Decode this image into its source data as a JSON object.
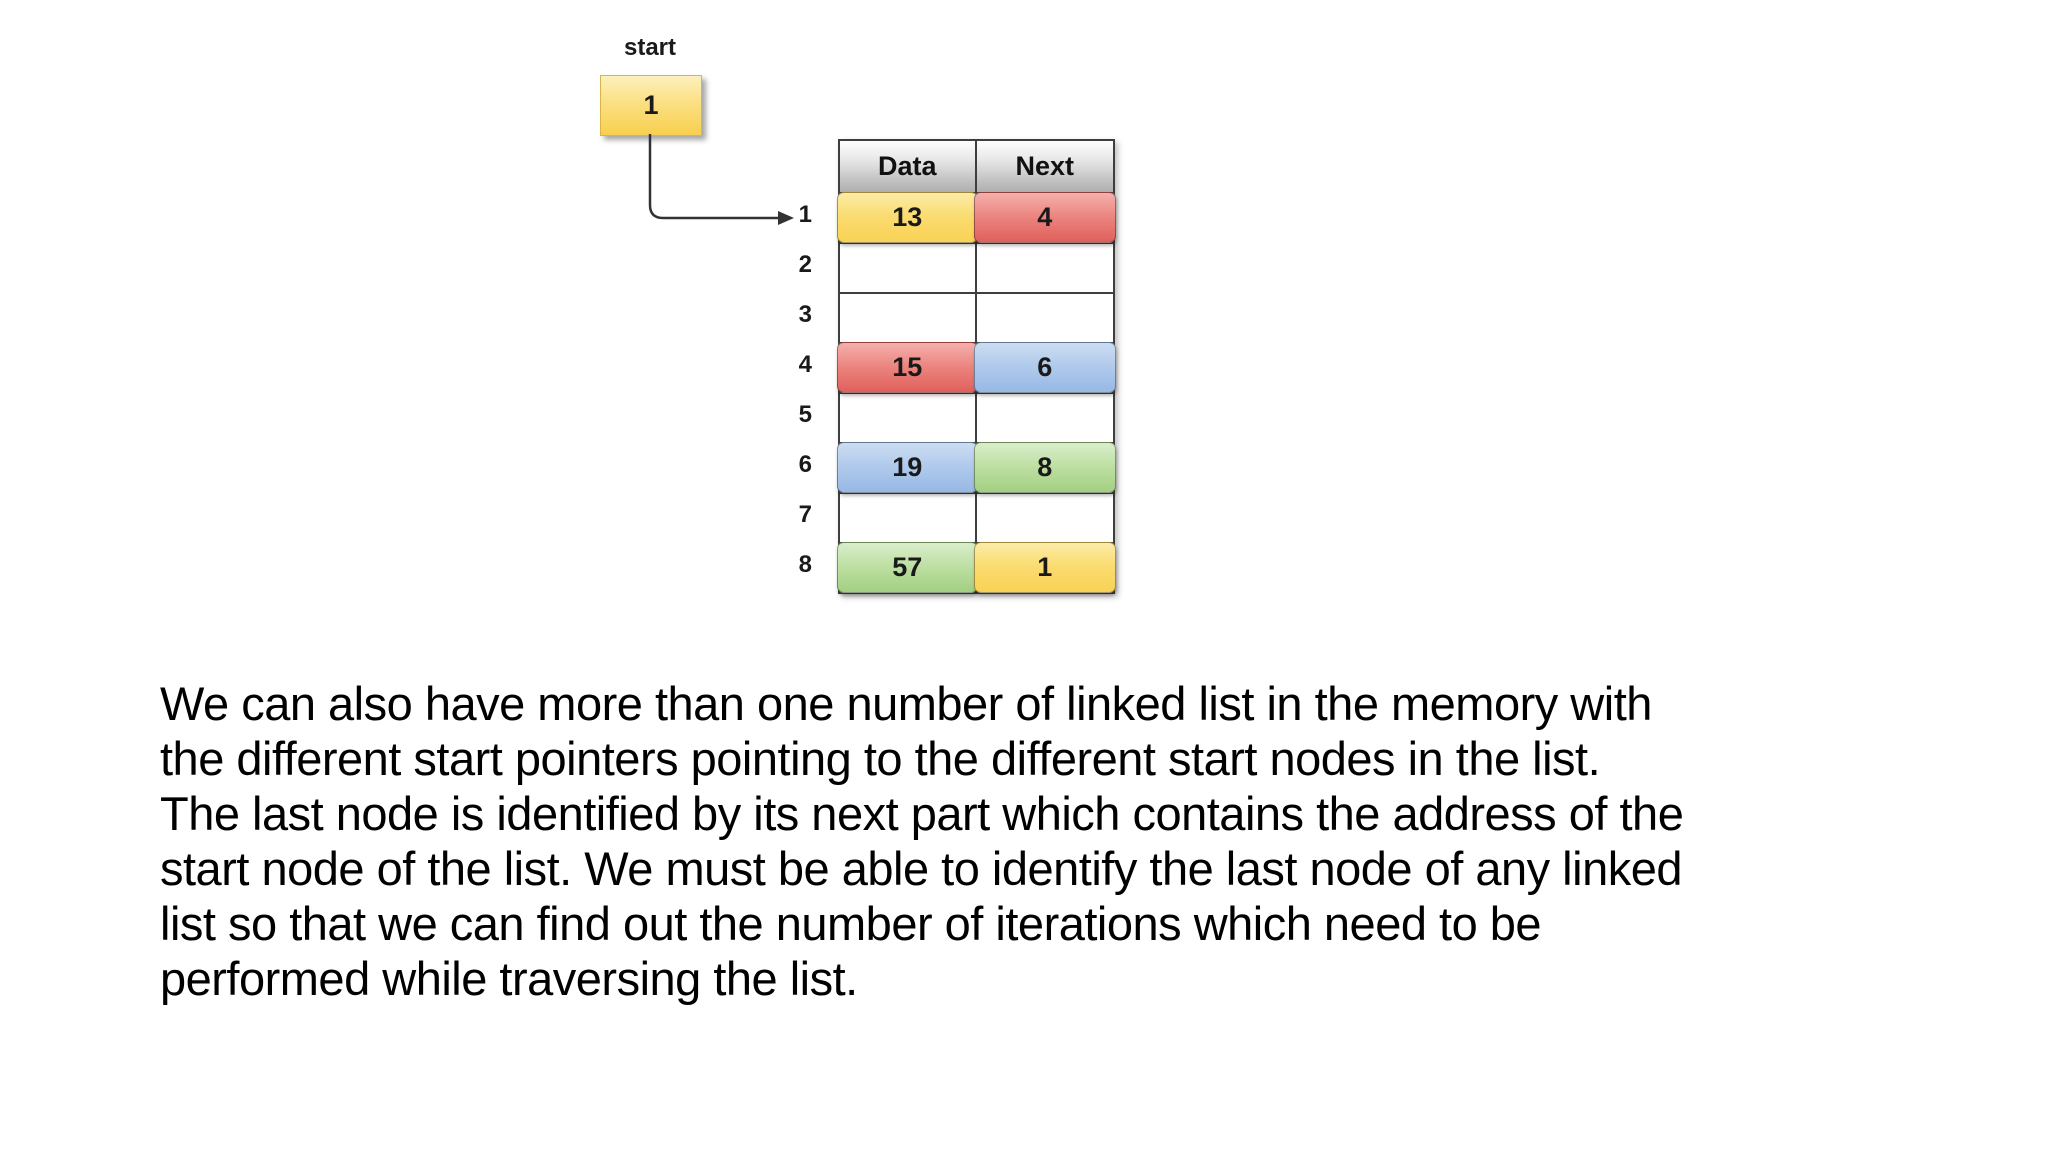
{
  "figure": {
    "start_pointer": {
      "label": "start",
      "value": "1"
    },
    "memory_table": {
      "columns": {
        "data": "Data",
        "next": "Next"
      },
      "rows": [
        {
          "index": "1",
          "data": "13",
          "next": "4",
          "data_color": "yellow",
          "next_color": "red"
        },
        {
          "index": "2",
          "data": "",
          "next": "",
          "data_color": "",
          "next_color": ""
        },
        {
          "index": "3",
          "data": "",
          "next": "",
          "data_color": "",
          "next_color": ""
        },
        {
          "index": "4",
          "data": "15",
          "next": "6",
          "data_color": "red",
          "next_color": "blue"
        },
        {
          "index": "5",
          "data": "",
          "next": "",
          "data_color": "",
          "next_color": ""
        },
        {
          "index": "6",
          "data": "19",
          "next": "8",
          "data_color": "blue",
          "next_color": "green"
        },
        {
          "index": "7",
          "data": "",
          "next": "",
          "data_color": "",
          "next_color": ""
        },
        {
          "index": "8",
          "data": "57",
          "next": "1",
          "data_color": "green",
          "next_color": "yellow"
        }
      ]
    }
  },
  "colors": {
    "cell_yellow": "#F9D254",
    "cell_red": "#E0605B",
    "cell_blue": "#97B9E5",
    "cell_green": "#A3CF82",
    "header_gray": "#BFBFBF",
    "grid_line": "#3E3E3E",
    "start_box_yellow": "#F8D04E"
  },
  "paragraph": {
    "lines": [
      "We can also have more than one number of linked list in the memory with",
      "the different start pointers pointing to the different start nodes in the list.",
      "The last node is identified by its next part which contains the address of the",
      "start node of the list. We must be able to identify the last node of any linked",
      "list so that we can find out the number of iterations which need to be",
      "performed while traversing the list."
    ]
  }
}
